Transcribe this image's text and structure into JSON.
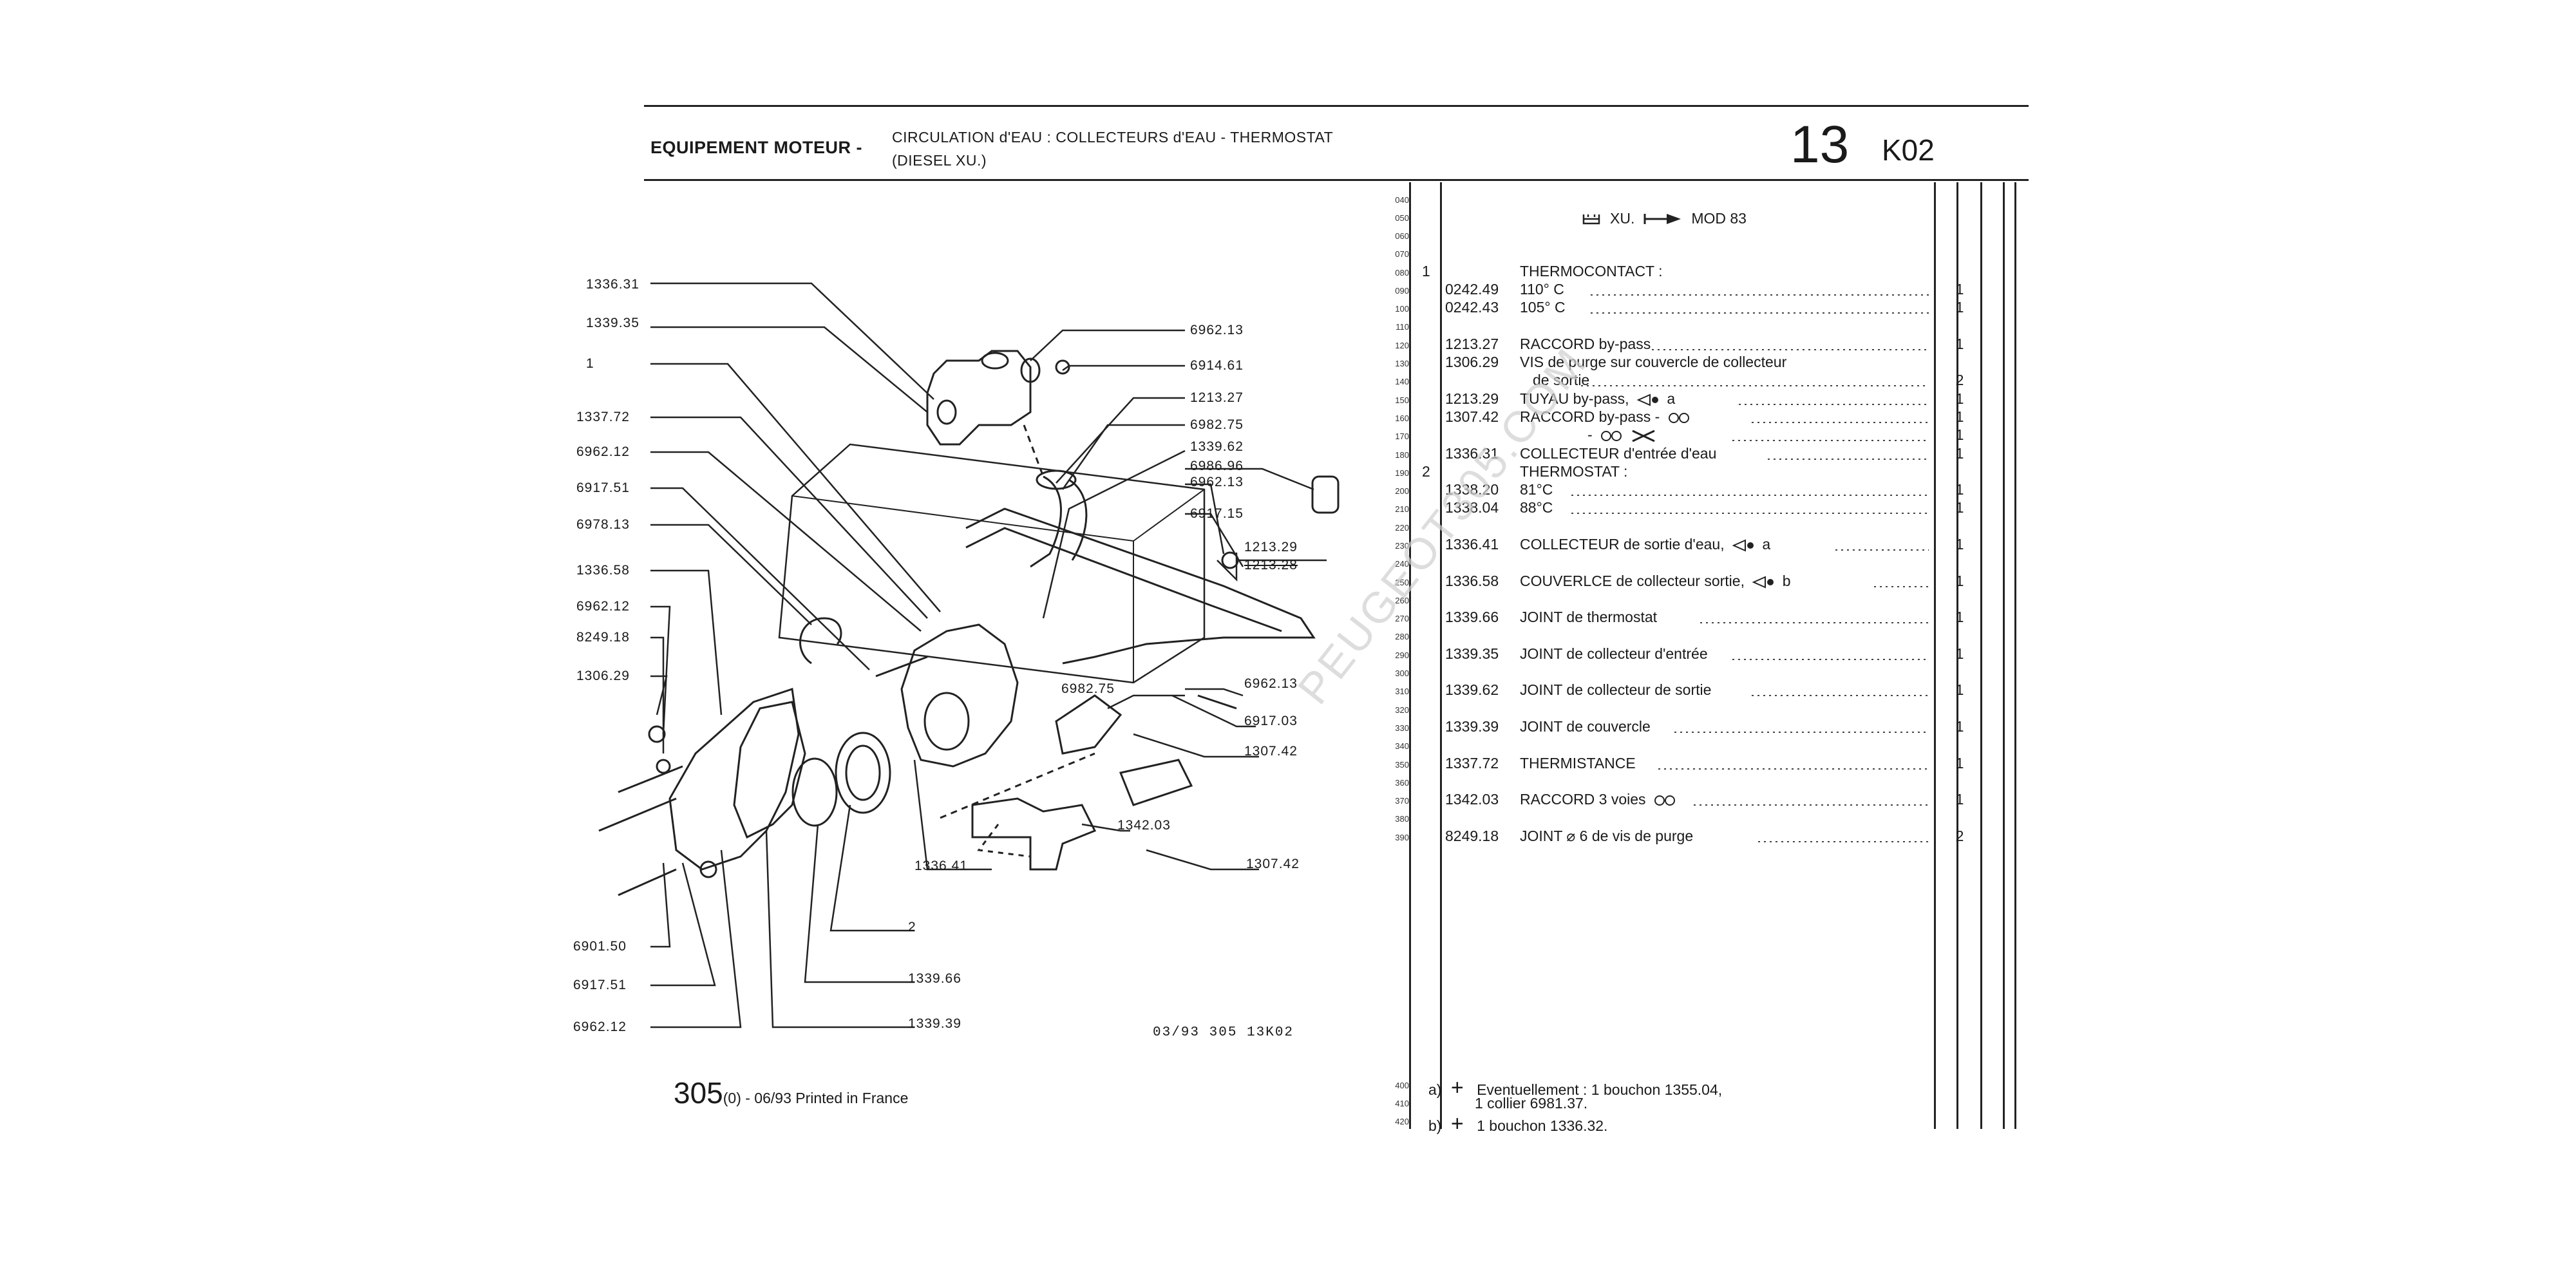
{
  "header": {
    "section": "EQUIPEMENT MOTEUR -",
    "title_line1": "CIRCULATION d'EAU : COLLECTEURS d'EAU - THERMOSTAT",
    "title_line2": "(DIESEL XU.)",
    "group_number": "13",
    "group_code": "K02"
  },
  "applicability": {
    "engine": "XU.",
    "model": "MOD 83",
    "engine_icon": "engine-icon",
    "arrow_icon": "right-arrow-icon"
  },
  "calibration": [
    "040",
    "050",
    "060",
    "070",
    "080",
    "090",
    "100",
    "110",
    "120",
    "130",
    "140",
    "150",
    "160",
    "170",
    "180",
    "190",
    "200",
    "210",
    "220",
    "230",
    "240",
    "250",
    "260",
    "270",
    "280",
    "290",
    "300",
    "310",
    "320",
    "330",
    "340",
    "350",
    "360",
    "370",
    "380",
    "390",
    "400",
    "410",
    "420"
  ],
  "parts_rows": [
    {
      "num": "",
      "ref": "",
      "desc": "THERMOCONTACT :",
      "qty": ""
    },
    {
      "num": "1",
      "ref": "0242.49",
      "desc": "110° C",
      "qty": "1"
    },
    {
      "num": "",
      "ref": "0242.43",
      "desc": "105° C",
      "qty": "1"
    },
    {
      "num": "",
      "ref": "1213.27",
      "desc": "RACCORD by-pass",
      "qty": "1"
    },
    {
      "num": "",
      "ref": "1306.29",
      "desc": "VIS de purge sur couvercle de collecteur",
      "qty": ""
    },
    {
      "num": "",
      "ref": "",
      "desc": "de sortie",
      "qty": "2"
    },
    {
      "num": "",
      "ref": "1213.29",
      "desc": "TUYAU by-pass,",
      "qty": "1"
    },
    {
      "num": "",
      "ref": "1307.42",
      "desc": "RACCORD by-pass -",
      "qty": "1"
    },
    {
      "num": "",
      "ref": "",
      "desc": "-",
      "qty": "1"
    },
    {
      "num": "",
      "ref": "1336.31",
      "desc": "COLLECTEUR d'entrée d'eau",
      "qty": "1"
    },
    {
      "num": "2",
      "ref": "",
      "desc": "THERMOSTAT :",
      "qty": ""
    },
    {
      "num": "",
      "ref": "1338.20",
      "desc": "81°C",
      "qty": "1"
    },
    {
      "num": "",
      "ref": "1338.04",
      "desc": "88°C",
      "qty": "1"
    },
    {
      "num": "",
      "ref": "1336.41",
      "desc": "COLLECTEUR de sortie d'eau,",
      "qty": "1"
    },
    {
      "num": "",
      "ref": "1336.58",
      "desc": "COUVERLCE de collecteur sortie,",
      "qty": "1"
    },
    {
      "num": "",
      "ref": "1339.66",
      "desc": "JOINT de thermostat",
      "qty": "1"
    },
    {
      "num": "",
      "ref": "1339.35",
      "desc": "JOINT de collecteur d'entrée",
      "qty": "1"
    },
    {
      "num": "",
      "ref": "1339.62",
      "desc": "JOINT de collecteur de sortie",
      "qty": "1"
    },
    {
      "num": "",
      "ref": "1339.39",
      "desc": "JOINT de couvercle",
      "qty": "1"
    },
    {
      "num": "",
      "ref": "1337.72",
      "desc": "THERMISTANCE",
      "qty": "1"
    },
    {
      "num": "",
      "ref": "1342.03",
      "desc": "RACCORD 3 voies",
      "qty": "1"
    },
    {
      "num": "",
      "ref": "8249.18",
      "desc": "JOINT ⌀ 6 de vis de purge",
      "qty": "2"
    }
  ],
  "inline_marks": {
    "tuyau_tag": "a",
    "collecteur_tag": "a",
    "couvercle_tag": "b"
  },
  "notes": {
    "a_prefix": "a)",
    "a_text": "Eventuellement : 1 bouchon 1355.04,",
    "a_text2": "1 collier 6981.37.",
    "b_prefix": "b)",
    "b_text": "1 bouchon 1336.32."
  },
  "diagram_labels": {
    "left": [
      "1336.31",
      "1339.35",
      "1",
      "1337.72",
      "6962.12",
      "6917.51",
      "6978.13",
      "1336.58",
      "6962.12",
      "8249.18",
      "1306.29",
      "6901.50",
      "6917.51",
      "6962.12"
    ],
    "right": [
      "6962.13",
      "6914.61",
      "1213.27",
      "6982.75",
      "1339.62",
      "6986.96",
      "6962.13",
      "6917.15",
      "1213.29",
      "1213.28",
      "6982.75",
      "6962.13",
      "6917.03",
      "1307.42",
      "1342.03",
      "1307.42"
    ],
    "bottom": [
      "1336.41",
      "2",
      "1339.66",
      "1339.39"
    ]
  },
  "diagram_caption": "03/93  305  13K02",
  "footer": {
    "model": "305",
    "suffix": "(0) - 06/93 Printed in France"
  },
  "watermark": "PEUGEOT305.COM"
}
